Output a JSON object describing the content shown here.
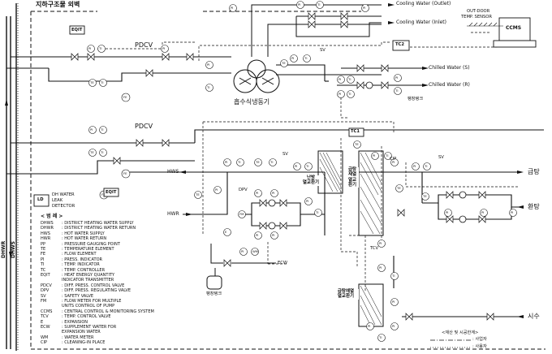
{
  "header": {
    "title": "지하구조물 외벽"
  },
  "boxes": {
    "ccms": "CCMS",
    "eqit_top": "EQIT",
    "eqit_bottom": "EQIT",
    "ld": "LD",
    "tc2": "TC2",
    "tc1": "TC1"
  },
  "sensor": {
    "line1": "OUT-DOOR",
    "line2": "TEMP. SENSOR"
  },
  "valves": {
    "pdcv_top": "PDCV",
    "pdcv_mid": "PDCV",
    "dpv": "DPV",
    "sv1": "SV",
    "sv2": "SV",
    "sv3": "SV",
    "tcv": "TCV"
  },
  "streams": {
    "cooling_outlet": "Cooling Water (Outlet)",
    "cooling_inlet": "Cooling Water (Inlet)",
    "chilled_s": "Chilled Water (S)",
    "chilled_r": "Chilled Water (R)",
    "expansion_tank_top": "팽창탱크",
    "chiller": "흡수식냉동기",
    "hws": "HWS",
    "hwr": "HWR",
    "supply_kr": "급탕",
    "return_kr": "환탕",
    "city_water": "시수",
    "dh_water_1": "DH WATER",
    "dh_water_2": "LEAK",
    "dh_water_3": "DETECTOR",
    "expansion_tank_bottom": "팽창탱크",
    "ecw": "ECW",
    "cip_label": "CIP",
    "dhwr": "DHWR",
    "dhws": "DHWS"
  },
  "exchangers": {
    "heating_1": "난방",
    "heating_2": "열교환기",
    "hw_re_1": "급탕",
    "hw_re_2": "재열",
    "hw_re_3": "열교",
    "hw_re_4": "환기",
    "hw_pre_1": "급탕예열",
    "hw_pre_2": "열교환기"
  },
  "instruments": [
    "PI",
    "TI",
    "TE",
    "FE",
    "PT",
    "TT",
    "FM",
    "WM",
    "E"
  ],
  "legend": {
    "title": "< 범 례 >",
    "items": [
      {
        "code": "DHWS",
        "desc": ": DISTRICT HEATING WATER SUPPLY"
      },
      {
        "code": "DHWR",
        "desc": ": DISTRICT HEATING WATER RETURN"
      },
      {
        "code": "HWS",
        "desc": ": HOT WATER SUPPLY"
      },
      {
        "code": "HWR",
        "desc": ": HOT WATER RETURN"
      },
      {
        "code": "PP",
        "desc": ": PRESSURE GAUGING POINT"
      },
      {
        "code": "TE",
        "desc": ": TEMPERATURE ELEMENT"
      },
      {
        "code": "FE",
        "desc": ": FLOW ELEMENT"
      },
      {
        "code": "PI",
        "desc": ": PRESS. INDICATOR"
      },
      {
        "code": "TI",
        "desc": ": TEMP. INDICATOR"
      },
      {
        "code": "TC",
        "desc": ": TEMP. CONTROLLER"
      },
      {
        "code": "EQIT",
        "desc": ": HEAT ENERGY QUANTITY"
      },
      {
        "code": "",
        "desc": "  INDICATOR TRANSMITTER"
      },
      {
        "code": "PDCV",
        "desc": ": DIFF. PRESS. CONTROL VALVE"
      },
      {
        "code": "DPV",
        "desc": ": DIFF. PRESS. REGULATING VALVE"
      },
      {
        "code": "SV",
        "desc": ": SAFETY VALVE"
      },
      {
        "code": "FM",
        "desc": ": FLOW METER FOR MULTIPLE"
      },
      {
        "code": "",
        "desc": "  UNITS CONTROL OF PUMP"
      },
      {
        "code": "CCMS",
        "desc": ": CENTRAL CONTROL & MONITORING SYSTEM"
      },
      {
        "code": "TCV",
        "desc": ": TEMP. CONTROL VALVE"
      },
      {
        "code": "E",
        "desc": ": EXPANSION"
      },
      {
        "code": "ECW",
        "desc": ": SUPPLEMENT WATER FOR"
      },
      {
        "code": "",
        "desc": "  EXPANSION WATER"
      },
      {
        "code": "WM",
        "desc": ": WATER METER"
      },
      {
        "code": "CIP",
        "desc": ": CLEANING-IN PLACE"
      }
    ]
  },
  "boundary": {
    "title": "<재산 및 시공한계>",
    "row1": ": 사업자",
    "row2": ": 사용자"
  }
}
